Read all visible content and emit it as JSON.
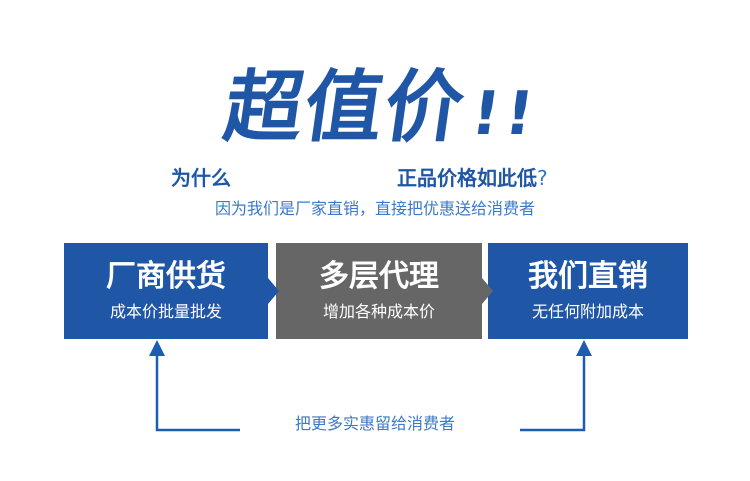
{
  "headline": {
    "main": "超值价",
    "exclaim": "!!"
  },
  "questions": {
    "left": "为什么",
    "right": "正品价格如此低",
    "right_mark": "?"
  },
  "subtitle": "因为我们是厂家直销，直接把优惠送给消费者",
  "boxes": [
    {
      "title": "厂商供货",
      "desc": "成本价批量批发",
      "color": "#1f56a6"
    },
    {
      "title": "多层代理",
      "desc": "增加各种成本价",
      "color": "#666666"
    },
    {
      "title": "我们直销",
      "desc": "无任何附加成本",
      "color": "#1f56a6"
    }
  ],
  "bottom_text": "把更多实惠留给消费者",
  "colors": {
    "primary_blue": "#1f56a6",
    "gray": "#666666",
    "text_blue": "#3c79c7",
    "line_blue": "#1d5db0"
  }
}
